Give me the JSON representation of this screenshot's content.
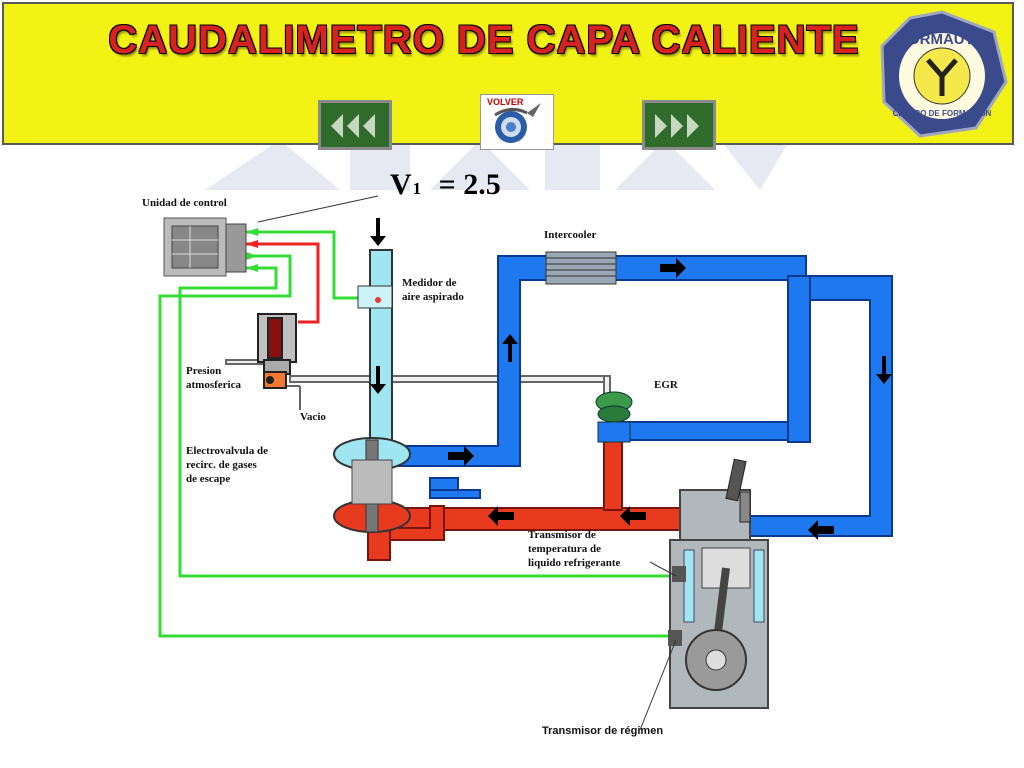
{
  "header": {
    "title": "CAUDALIMETRO DE CAPA CALIENTE",
    "back_button": "previous-arrows",
    "home_button_label": "VOLVER",
    "next_button": "next-arrows",
    "logo": {
      "top_text": "FORMAUTO",
      "bottom_text": "CENTRO DE FORMACIÓN"
    }
  },
  "equation": {
    "variable": "V",
    "subscript": "1",
    "value": "= 2.5"
  },
  "labels": {
    "unidad_control": "Unidad de control",
    "intercooler": "Intercooler",
    "medidor_1": "Medidor de",
    "medidor_2": "aire aspirado",
    "presion_1": "Presion",
    "presion_2": "atmosferica",
    "vacio": "Vacio",
    "egr": "EGR",
    "electro_1": "Electrovalvula de",
    "electro_2": "recirc. de gases",
    "electro_3": "de escape",
    "transmisor_temp_1": "Transmisor de",
    "transmisor_temp_2": "temperatura de",
    "transmisor_temp_3": "liquido refrigerante",
    "transmisor_regimen": "Transmisor de régimen"
  },
  "colors": {
    "header_bg": "#f2f215",
    "title": "#d82222",
    "intake_blue": "#1e78f0",
    "exhaust_red": "#e83a1e",
    "sensor_wire": "#33dd33",
    "signal_red": "#ee2222",
    "air_meter": "#9fe6f0"
  }
}
